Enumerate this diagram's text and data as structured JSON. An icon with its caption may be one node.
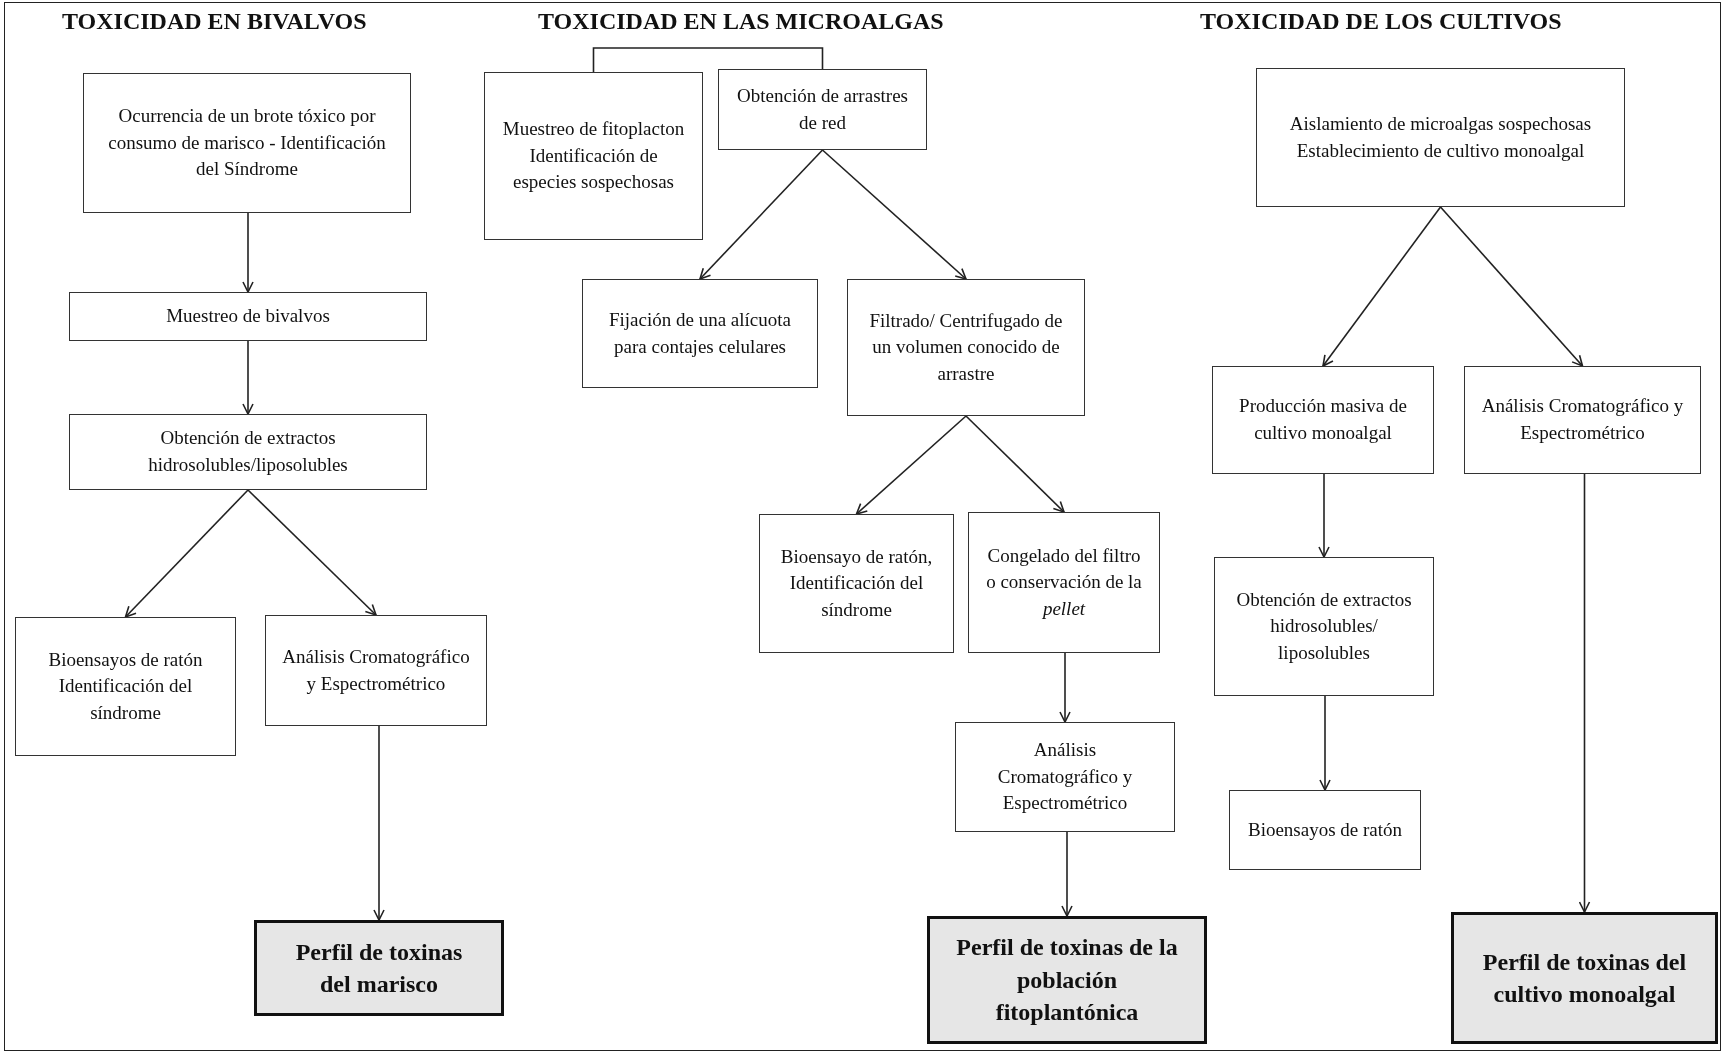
{
  "diagram": {
    "nodes": [
      {
        "text": [
          "Ocurrencia de un brote tóxico por consumo de marisco - Identificación del Síndrome"
        ]
      },
      {
        "text": [
          "Muestreo de bivalvos"
        ]
      },
      {
        "text": [
          "Obtención de extractos hidrosolubles/liposolubles"
        ]
      },
      {
        "text": [
          "Bioensayos de ratón Identificación del síndrome"
        ]
      },
      {
        "text": [
          "Análisis Cromatográfico y Espectrométrico"
        ]
      },
      {
        "text": [
          "Perfil de toxinas del marisco"
        ]
      },
      {
        "text": [
          "Muestreo de fitoplacton Identificación de especies sospechosas"
        ]
      },
      {
        "text": [
          "Obtención de arrastres de red"
        ]
      },
      {
        "text": [
          "Fijación de una alícuota para contajes celulares"
        ]
      },
      {
        "text": [
          "Filtrado/ Centrifugado de un volumen conocido de arrastre"
        ]
      },
      {
        "text": [
          "Bioensayo de ratón, Identificación del síndrome"
        ]
      },
      {
        "text": [
          "Congelado del filtro o conservación de la *pellet*"
        ]
      },
      {
        "text": [
          "Análisis Cromatográfico y Espectrométrico"
        ]
      },
      {
        "text": [
          "Perfil de toxinas de la población fitoplantónica"
        ]
      },
      {
        "text": [
          "Aislamiento de microalgas sospechosas Establecimiento de cultivo monoalgal"
        ]
      },
      {
        "text": [
          "Producción masiva de cultivo monoalgal"
        ]
      },
      {
        "text": [
          "Análisis Cromatográfico y Espectrométrico"
        ]
      },
      {
        "text": [
          "Obtención de extractos hidrosolubles/ liposolubles"
        ]
      },
      {
        "text": [
          "Bioensayos de ratón"
        ]
      },
      {
        "text": [
          "Perfil de toxinas del cultivo monoalgal"
        ]
      }
    ],
    "edges": [
      {
        "from": 0,
        "to": 1,
        "arrow": "to"
      },
      {
        "from": 1,
        "to": 2,
        "arrow": "to"
      },
      {
        "from": 2,
        "to": 3,
        "arrow": "to"
      },
      {
        "from": 2,
        "to": 4,
        "arrow": "to"
      },
      {
        "from": 4,
        "to": 5,
        "arrow": "to"
      },
      {
        "from": 6,
        "to": 7,
        "arrow": "none"
      },
      {
        "from": 7,
        "to": 8,
        "arrow": "to"
      },
      {
        "from": 7,
        "to": 9,
        "arrow": "to"
      },
      {
        "from": 9,
        "to": 10,
        "arrow": "to"
      },
      {
        "from": 9,
        "to": 11,
        "arrow": "to"
      },
      {
        "from": 11,
        "to": 12,
        "arrow": "to"
      },
      {
        "from": 12,
        "to": 13,
        "arrow": "to"
      },
      {
        "from": 14,
        "to": 15,
        "arrow": "to"
      },
      {
        "from": 14,
        "to": 16,
        "arrow": "to"
      },
      {
        "from": 15,
        "to": 17,
        "arrow": "to"
      },
      {
        "from": 17,
        "to": 18,
        "arrow": "to"
      },
      {
        "from": 16,
        "to": 19,
        "arrow": "to"
      }
    ],
    "labels": [
      "TOXICIDAD EN BIVALVOS",
      "TOXICIDAD EN LAS MICROALGAS",
      "TOXICIDAD DE LOS CULTIVOS"
    ]
  }
}
